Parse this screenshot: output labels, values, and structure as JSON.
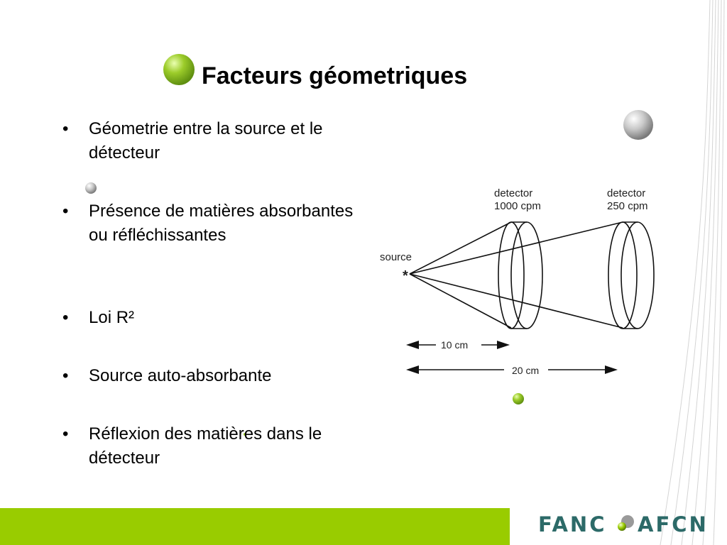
{
  "slide": {
    "title": "Facteurs géometriques",
    "bullet_marker": "•",
    "bullets": [
      "Géometrie entre la source et le détecteur",
      "Présence de matières absorbantes ou réfléchissantes",
      "Loi R²",
      "Source auto-absorbante",
      "Réflexion des matières dans le détecteur"
    ]
  },
  "diagram": {
    "detector_near_label": "detector",
    "detector_near_rate": "1000 cpm",
    "detector_far_label": "detector",
    "detector_far_rate": "250 cpm",
    "source_label": "source",
    "source_marker": "*",
    "distance_near": "10 cm",
    "distance_far": "20 cm"
  },
  "footer": {
    "logo_left": "FANC",
    "logo_right": "AFCN",
    "logo_left_color": "#2c6a68",
    "logo_right_accent": "#99cc00",
    "bar_color": "#99cc00"
  }
}
